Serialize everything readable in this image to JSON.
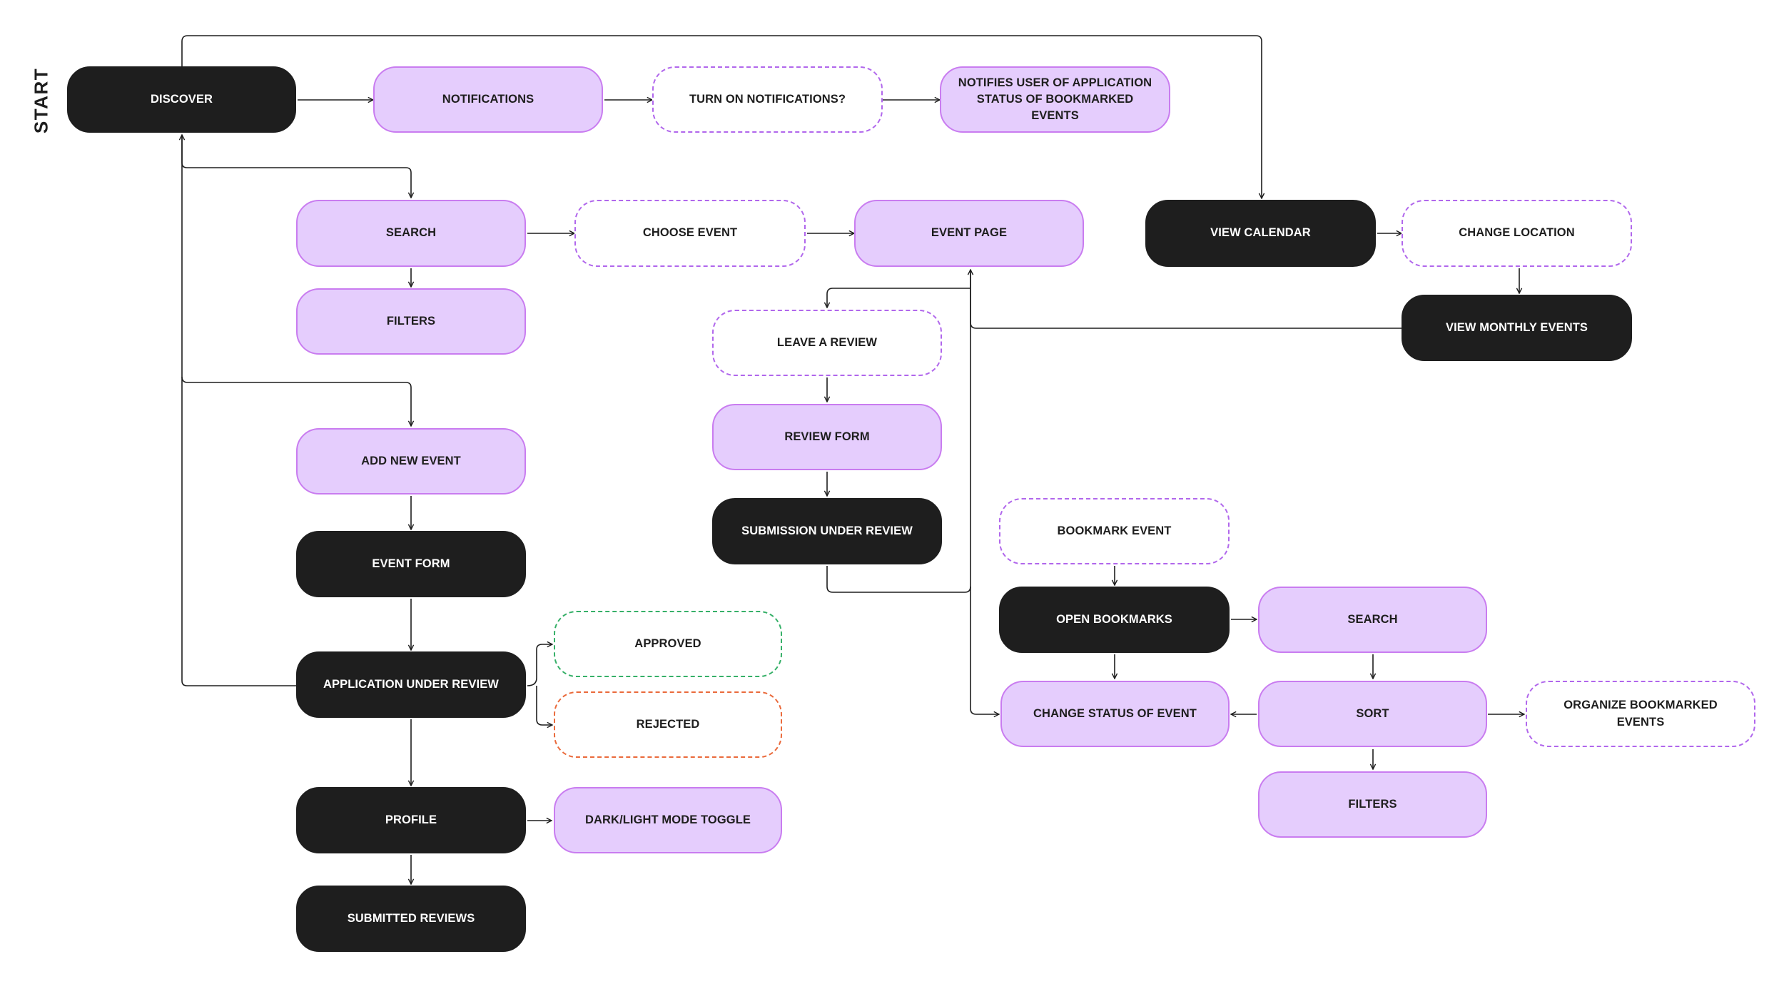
{
  "start_label": "START",
  "nodes": {
    "discover": "DISCOVER",
    "notifications": "NOTIFICATIONS",
    "turn_on_notifications": "TURN ON NOTIFICATIONS?",
    "notifies_user": "NOTIFIES USER OF APPLICATION\nSTATUS OF BOOKMARKED EVENTS",
    "search": "SEARCH",
    "choose_event": "CHOOSE EVENT",
    "event_page": "EVENT PAGE",
    "view_calendar": "VIEW CALENDAR",
    "change_location": "CHANGE LOCATION",
    "filters": "FILTERS",
    "leave_review": "LEAVE A REVIEW",
    "view_monthly_events": "VIEW MONTHLY EVENTS",
    "add_new_event": "ADD NEW EVENT",
    "review_form": "REVIEW FORM",
    "submission_under_review": "SUBMISSION UNDER REVIEW",
    "event_form": "EVENT FORM",
    "bookmark_event": "BOOKMARK EVENT",
    "open_bookmarks": "OPEN BOOKMARKS",
    "bookmarks_search": "SEARCH",
    "approved": "APPROVED",
    "application_under_review": "APPLICATION UNDER REVIEW",
    "rejected": "REJECTED",
    "change_status": "CHANGE STATUS OF EVENT",
    "sort": "SORT",
    "organize_bookmarked": "ORGANIZE BOOKMARKED EVENTS",
    "bookmarks_filters": "FILTERS",
    "profile": "PROFILE",
    "dark_light_toggle": "DARK/LIGHT MODE TOGGLE",
    "submitted_reviews": "SUBMITTED REVIEWS"
  },
  "colors": {
    "dark": "#1e1e1e",
    "purple_fill": "#e5cdfd",
    "purple_border": "#c97cf0",
    "dashed_purple": "#b167ec",
    "dashed_green": "#36b068",
    "dashed_red": "#ea6a3b"
  }
}
